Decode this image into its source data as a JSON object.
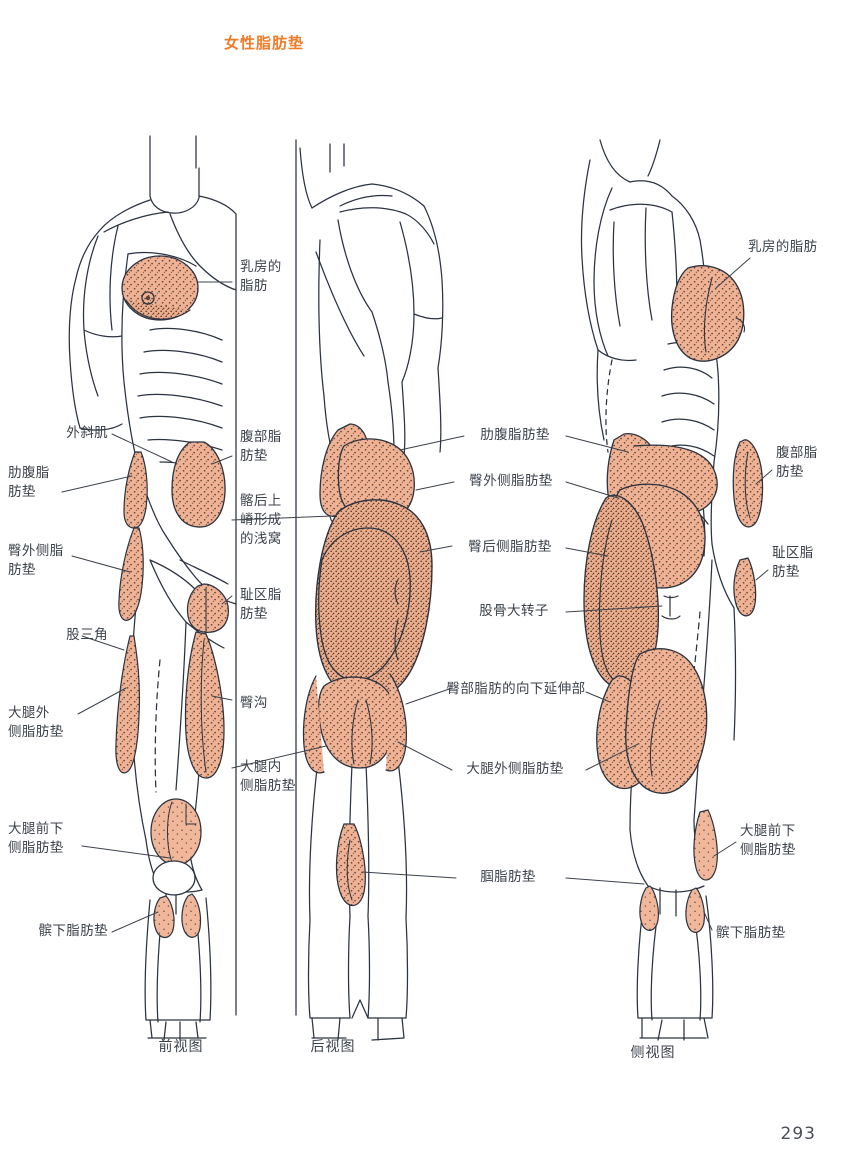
{
  "page": {
    "title": "女性脂肪垫",
    "title_color": "#f07c2a",
    "number": "293",
    "fat_color": "#efb294",
    "outline_color": "#2b3340",
    "stipple_color": "#5b4233"
  },
  "views": [
    {
      "id": "front",
      "caption": "前视图"
    },
    {
      "id": "back",
      "caption": "后视图"
    },
    {
      "id": "side",
      "caption": "侧视图"
    }
  ],
  "labels": {
    "left": [
      {
        "name": "external-oblique",
        "text": "外斜肌"
      },
      {
        "name": "flank-fat-pad",
        "text": "肋腹脂\n肪垫"
      },
      {
        "name": "lateral-gluteal-fat-pad",
        "text": "臀外侧脂\n肪垫"
      },
      {
        "name": "femoral-triangle",
        "text": "股三角"
      },
      {
        "name": "lateral-thigh-fat-pad",
        "text": "大腿外\n侧脂肪垫"
      },
      {
        "name": "anterolateral-thigh-fat-pad",
        "text": "大腿前下\n侧脂肪垫"
      },
      {
        "name": "infrapatellar-fat-pad",
        "text": "髌下脂肪垫"
      }
    ],
    "center_left": [
      {
        "name": "breast-fat",
        "text": "乳房的\n脂肪"
      },
      {
        "name": "abdominal-fat-pad",
        "text": "腹部脂\n肪垫"
      },
      {
        "name": "psis-dimple",
        "text": "髂后上\n嵴形成\n的浅窝"
      },
      {
        "name": "pubic-fat-pad",
        "text": "耻区脂\n肪垫"
      },
      {
        "name": "gluteal-fold",
        "text": "臀沟"
      },
      {
        "name": "medial-thigh-fat-pad",
        "text": "大腿内\n侧脂肪垫"
      }
    ],
    "center_right": [
      {
        "name": "flank-fat-pad",
        "text": "肋腹脂肪垫"
      },
      {
        "name": "lateral-gluteal-fat-pad",
        "text": "臀外侧脂肪垫"
      },
      {
        "name": "posterolateral-gluteal-fat-pad",
        "text": "臀后侧脂肪垫"
      },
      {
        "name": "greater-trochanter",
        "text": "股骨大转子"
      },
      {
        "name": "gluteal-fat-descending",
        "text": "臀部脂肪的向下延伸部"
      },
      {
        "name": "lateral-thigh-fat-pad",
        "text": "大腿外侧脂肪垫"
      },
      {
        "name": "popliteal-fat-pad",
        "text": "腘脂肪垫"
      }
    ],
    "right": [
      {
        "name": "breast-fat",
        "text": "乳房的脂肪"
      },
      {
        "name": "abdominal-fat-pad",
        "text": "腹部脂\n肪垫"
      },
      {
        "name": "pubic-fat-pad",
        "text": "耻区脂\n肪垫"
      },
      {
        "name": "anterolateral-thigh-fat-pad",
        "text": "大腿前下\n侧脂肪垫"
      },
      {
        "name": "infrapatellar-fat-pad",
        "text": "髌下脂肪垫"
      }
    ]
  }
}
